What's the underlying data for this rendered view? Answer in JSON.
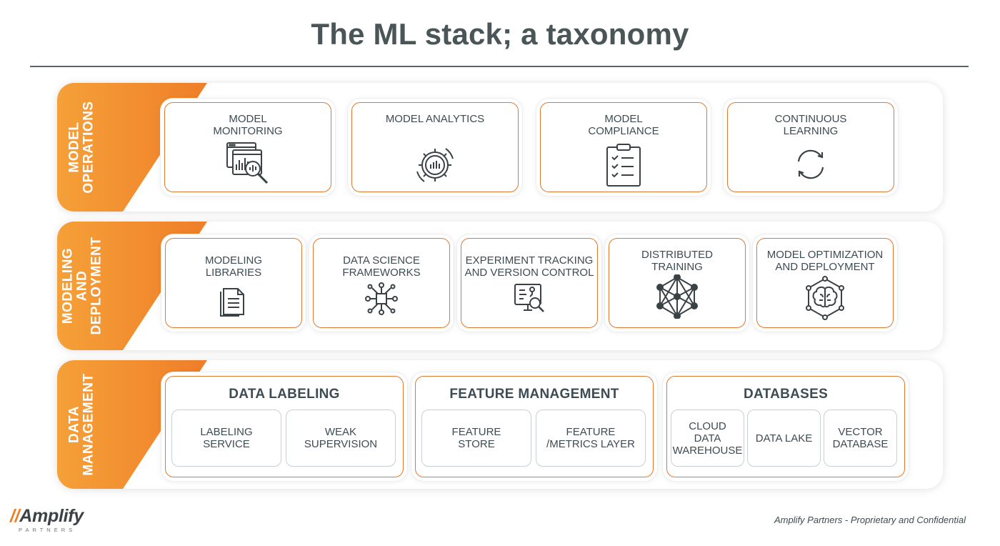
{
  "title": "The ML stack; a taxonomy",
  "accent_color": "#ef7e29",
  "bands": [
    {
      "label": "MODEL\nOPERATIONS",
      "cards": [
        {
          "label": "MODEL\nMONITORING",
          "icon": "monitoring-dashboard-icon"
        },
        {
          "label": "MODEL ANALYTICS",
          "icon": "analytics-gear-icon"
        },
        {
          "label": "MODEL\nCOMPLIANCE",
          "icon": "clipboard-checklist-icon"
        },
        {
          "label": "CONTINUOUS\nLEARNING",
          "icon": "refresh-cycle-icon"
        }
      ]
    },
    {
      "label": "MODELING\nAND\nDEPLOYMENT",
      "cards": [
        {
          "label": "MODELING\nLIBRARIES",
          "icon": "documents-stack-icon"
        },
        {
          "label": "DATA SCIENCE\nFRAMEWORKS",
          "icon": "circuit-network-icon"
        },
        {
          "label": "EXPERIMENT TRACKING\nAND VERSION CONTROL",
          "icon": "monitor-search-icon"
        },
        {
          "label": "DISTRIBUTED\nTRAINING",
          "icon": "network-mesh-icon"
        },
        {
          "label": "MODEL OPTIMIZATION\nAND DEPLOYMENT",
          "icon": "brain-network-icon"
        }
      ]
    },
    {
      "label": "DATA\nMANAGEMENT",
      "groups": [
        {
          "title": "DATA LABELING",
          "items": [
            "LABELING\nSERVICE",
            "WEAK\nSUPERVISION"
          ]
        },
        {
          "title": "FEATURE MANAGEMENT",
          "items": [
            "FEATURE\nSTORE",
            "FEATURE\n/METRICS LAYER"
          ]
        },
        {
          "title": "DATABASES",
          "items": [
            "CLOUD\nDATA\nWAREHOUSE",
            "DATA LAKE",
            "VECTOR\nDATABASE"
          ]
        }
      ]
    }
  ],
  "logo": {
    "slashes": "//",
    "word": "Amplify",
    "sub": "PARTNERS"
  },
  "footer": "Amplify Partners - Proprietary and Confidential"
}
